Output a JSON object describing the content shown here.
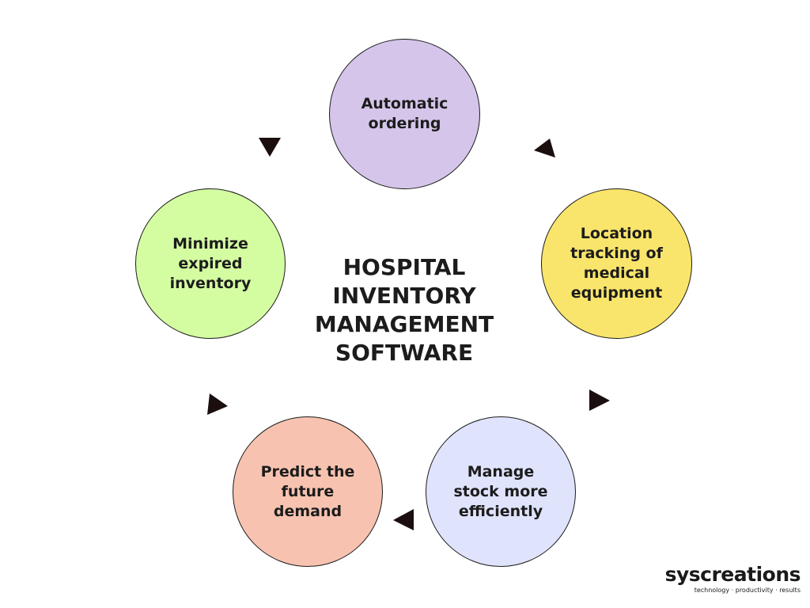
{
  "diagram": {
    "title": "HOSPITAL\nINVENTORY\nMANAGEMENT\nSOFTWARE",
    "nodes": [
      {
        "label": "Automatic\nordering",
        "color": "#d5c5ea"
      },
      {
        "label": "Location\ntracking of\nmedical\nequipment",
        "color": "#f9e56b"
      },
      {
        "label": "Manage\nstock more\nefficiently",
        "color": "#dfe3fc"
      },
      {
        "label": "Predict the\nfuture\ndemand",
        "color": "#f7c3b0"
      },
      {
        "label": "Minimize\nexpired\ninventory",
        "color": "#d4fda2"
      }
    ],
    "arrow_color": "#1a0e0e"
  },
  "logo": {
    "name": "syscreations",
    "tagline": "technology · productivity · results"
  }
}
